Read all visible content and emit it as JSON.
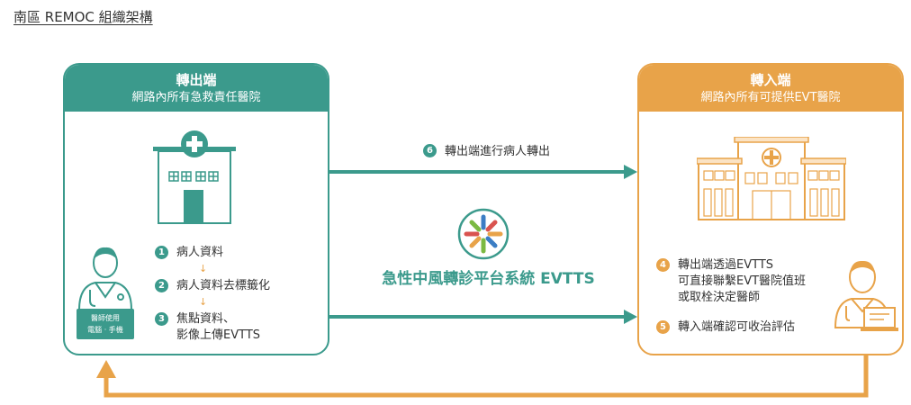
{
  "page_title": "南區 REMOC 組織架構",
  "left_panel": {
    "title": "轉出端",
    "subtitle": "網路內所有急救責任醫院",
    "device_label": "醫師使用\n電腦 · 手機",
    "steps": [
      {
        "num": "1",
        "text": "病人資料"
      },
      {
        "num": "2",
        "text": "病人資料去標籤化"
      },
      {
        "num": "3",
        "text": "焦點資料、\n影像上傳EVTTS"
      }
    ]
  },
  "right_panel": {
    "title": "轉入端",
    "subtitle": "網路內所有可提供EVT醫院",
    "steps": [
      {
        "num": "4",
        "text": "轉出端透過EVTTS\n可直接聯繫EVT醫院值班\n或取栓決定醫師"
      },
      {
        "num": "5",
        "text": "轉入端確認可收治評估"
      }
    ]
  },
  "middle": {
    "arrow_step_num": "6",
    "arrow_step_text": "轉出端進行病人轉出",
    "system_name": "急性中風轉診平台系統 EVTTS"
  },
  "colors": {
    "teal": "#3b9a8c",
    "orange": "#e8a349"
  },
  "icons": {
    "left_hospital": "small-hospital-icon",
    "right_hospital": "large-hospital-icon",
    "left_doctor": "doctor-icon",
    "right_doctor": "doctor-with-laptop-icon",
    "logo": "evtts-logo-icon"
  }
}
